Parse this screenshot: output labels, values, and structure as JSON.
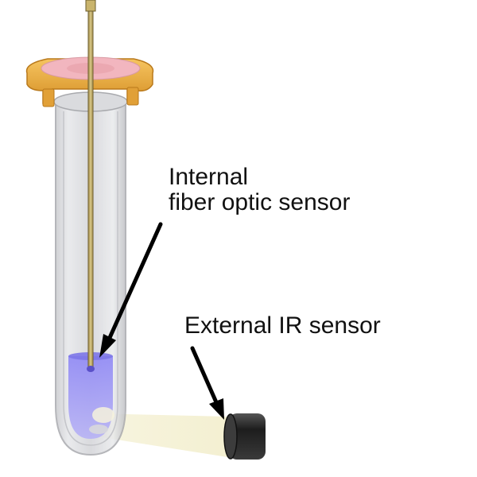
{
  "labels": {
    "internal_line1": "Internal",
    "internal_line2": "fiber optic sensor",
    "external": "External IR sensor"
  },
  "colors": {
    "tube_glass": "#d9dadd",
    "tube_edge": "#a9aaae",
    "cap_gold": "#e9a83a",
    "cap_gold_dark": "#b9791b",
    "cap_pink": "#f2b6bf",
    "fiber": "#b8a463",
    "sample_blue": "#8a84f0",
    "ir_beam": "#f1ecc8",
    "ir_sensor": "#2a2a2a",
    "arrow": "#000000"
  }
}
